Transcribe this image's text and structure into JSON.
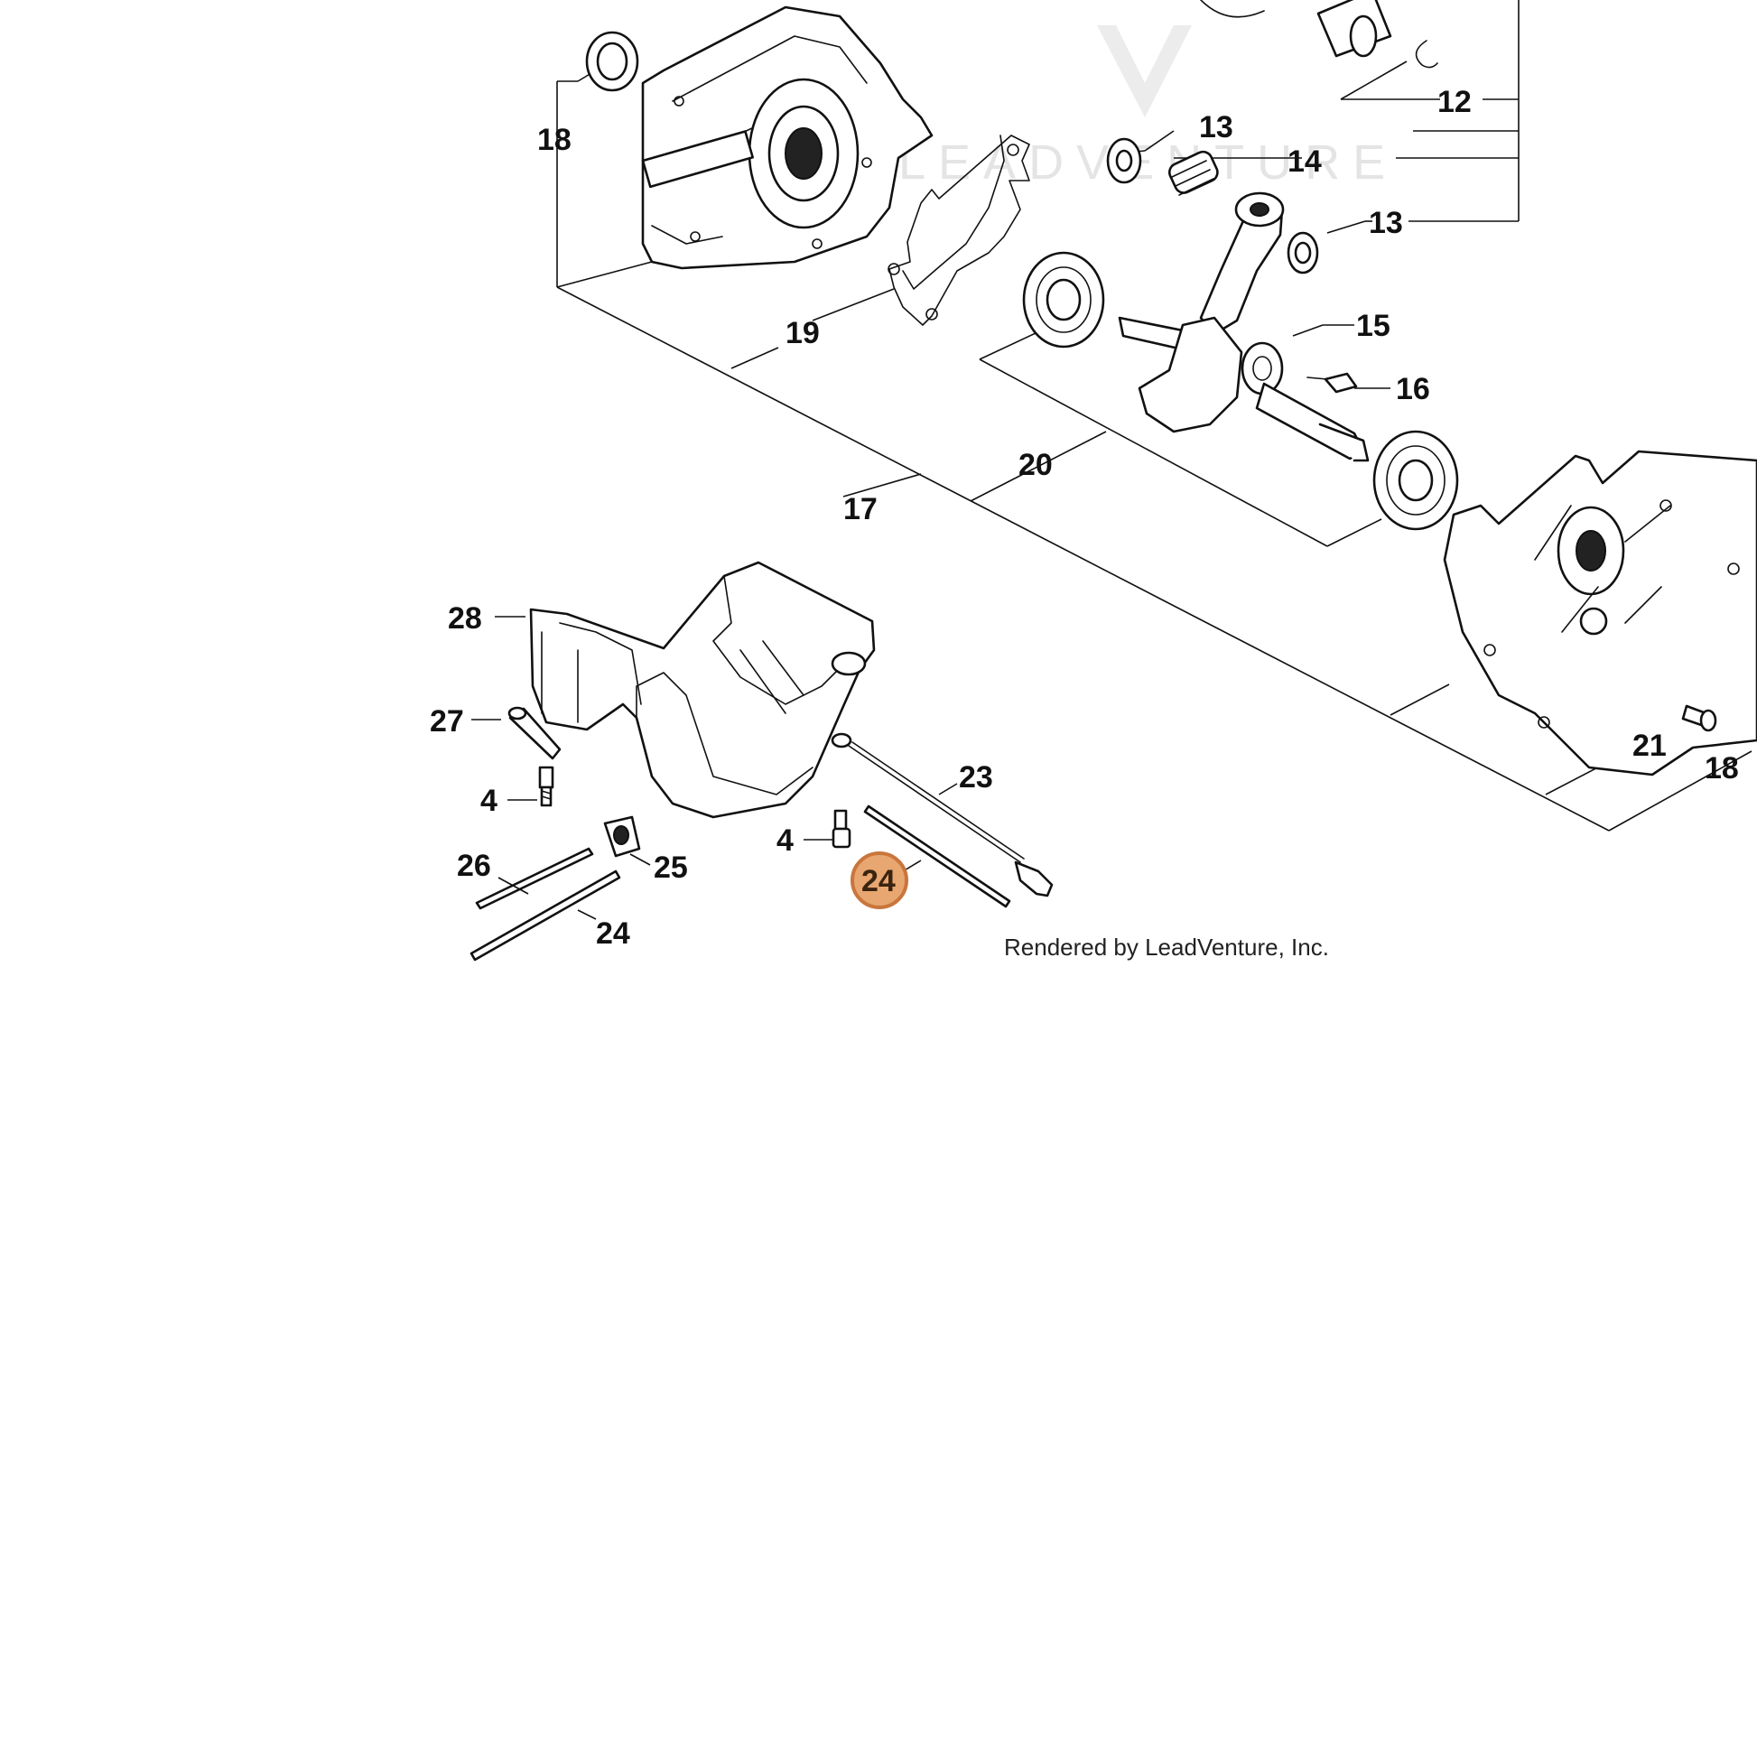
{
  "watermark": {
    "brand": "LEADVENTURE"
  },
  "credit": "Rendered by LeadVenture, Inc.",
  "highlighted_part": "24",
  "colors": {
    "highlight_fill": "#e8a670",
    "highlight_stroke": "#c9763c",
    "line": "#111111",
    "watermark": "#e4e4e4"
  },
  "callouts": {
    "c12": "12",
    "c13a": "13",
    "c13b": "13",
    "c14": "14",
    "c15": "15",
    "c16": "16",
    "c17": "17",
    "c18a": "18",
    "c18b": "18",
    "c19": "19",
    "c20": "20",
    "c21": "21",
    "c23": "23",
    "c24a": "24",
    "c24b": "24",
    "c25": "25",
    "c26": "26",
    "c27": "27",
    "c28": "28",
    "c4a": "4",
    "c4b": "4"
  }
}
